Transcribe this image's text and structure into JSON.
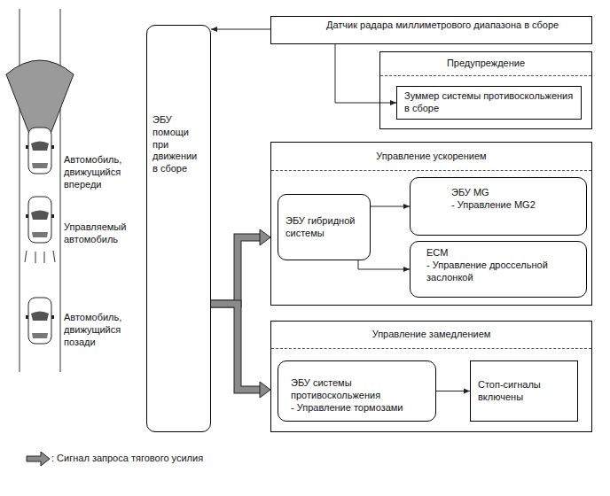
{
  "diagram": {
    "nodes": [
      {
        "text": [
          "ЭБУ помощи при движении в сборе"
        ]
      },
      {
        "text": [
          "Датчик радара миллиметрового диапазона в сборе"
        ]
      },
      {
        "text": [
          "Предупреждение"
        ]
      },
      {
        "text": [
          "Зуммер системы противоскольжения в сборе"
        ],
        "in": 2
      },
      {
        "text": [
          "Управление ускорением"
        ]
      },
      {
        "text": [
          "ЭБУ гибридной системы"
        ],
        "in": 4
      },
      {
        "text": [
          "ЭБУ MG",
          "- Управление MG2"
        ],
        "in": 4
      },
      {
        "text": [
          "ECM",
          "- Управление дроссельной заслонкой"
        ],
        "in": 4
      },
      {
        "text": [
          "Управление замедлением"
        ]
      },
      {
        "text": [
          "ЭБУ системы противоскольжения",
          "- Управление тормозами"
        ],
        "in": 8
      },
      {
        "text": [
          "Стоп-сигналы включены"
        ],
        "in": 8
      }
    ],
    "edges": [
      {
        "from": 1,
        "to": 0,
        "arrow": "to"
      },
      {
        "from": 1,
        "to": 3,
        "arrow": "to"
      },
      {
        "from": 0,
        "to": 4,
        "arrow": "to"
      },
      {
        "from": 0,
        "to": 8,
        "arrow": "to"
      },
      {
        "from": 5,
        "to": 6,
        "arrow": "to"
      },
      {
        "from": 5,
        "to": 7,
        "arrow": "to"
      },
      {
        "from": 9,
        "to": 10,
        "arrow": "to"
      }
    ],
    "labels": [
      "Автомобиль, движущийся впереди",
      "Управляемый автомобиль",
      "Автомобиль, движущийся позади"
    ],
    "legend": [
      {
        "text": ": Сигнал запроса тягового усилия"
      }
    ]
  }
}
